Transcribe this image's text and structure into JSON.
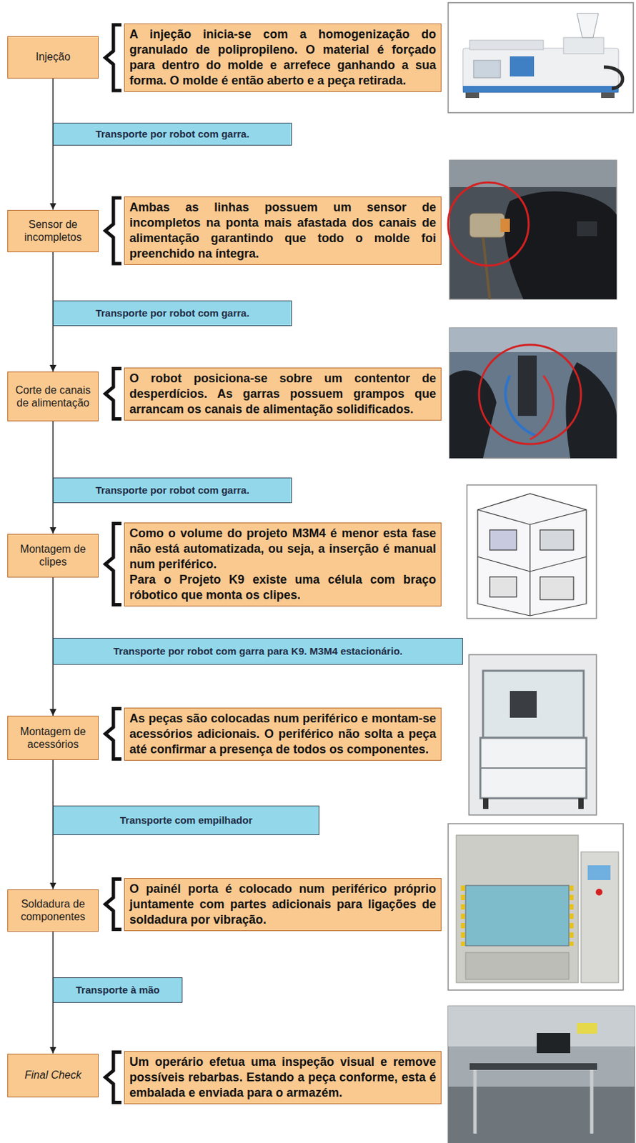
{
  "diagram": {
    "nodes": [
      {
        "text": [
          "Injeção"
        ]
      },
      {
        "text": [
          "A injeção inicia-se com a homogenização do granulado de polipropileno. O material é forçado para dentro do molde e arrefece ganhando a sua forma. O molde é então aberto e a peça retirada."
        ]
      },
      {
        "text": [
          "Transporte por robot com garra."
        ]
      },
      {
        "text": [
          "Sensor de incompletos"
        ]
      },
      {
        "text": [
          "Ambas as linhas possuem um sensor de incompletos na ponta mais afastada dos canais de alimentação garantindo que todo o molde foi preenchido na íntegra."
        ]
      },
      {
        "text": [
          "Transporte por robot com garra."
        ]
      },
      {
        "text": [
          "Corte de canais de alimentação"
        ]
      },
      {
        "text": [
          "O robot posiciona-se sobre um contentor de desperdícios. As garras possuem grampos que arrancam os canais de alimentação solidificados."
        ]
      },
      {
        "text": [
          "Transporte por robot com garra."
        ]
      },
      {
        "text": [
          "Montagem de clipes"
        ]
      },
      {
        "text": [
          "Como o volume do projeto M3M4 é menor esta fase não está automatizada, ou seja, a inserção é manual num periférico.",
          "Para o Projeto K9 existe uma célula com braço róbotico que monta os clipes."
        ]
      },
      {
        "text": [
          "Transporte por robot com garra para K9. M3M4 estacionário."
        ]
      },
      {
        "text": [
          "Montagem de acessórios"
        ]
      },
      {
        "text": [
          "As peças são colocadas num periférico e montam-se acessórios adicionais. O periférico não solta a peça até confirmar a presença de todos os componentes."
        ]
      },
      {
        "text": [
          "Transporte com empilhador"
        ]
      },
      {
        "text": [
          "Soldadura de componentes"
        ]
      },
      {
        "text": [
          "O painél porta é colocado num periférico próprio juntamente com partes adicionais para ligações de soldadura por vibração."
        ]
      },
      {
        "text": [
          "Transporte à mão"
        ]
      },
      {
        "text": [
          "Final Check"
        ]
      },
      {
        "text": [
          "Um operário efetua uma inspeção visual e remove possíveis rebarbas. Estando a peça conforme, esta é embalada e enviada para o armazém."
        ]
      }
    ],
    "edges": [
      {
        "from": 0,
        "to": 3,
        "arrow": "to"
      },
      {
        "from": 3,
        "to": 6,
        "arrow": "to"
      },
      {
        "from": 6,
        "to": 9,
        "arrow": "to"
      },
      {
        "from": 9,
        "to": 12,
        "arrow": "to"
      },
      {
        "from": 12,
        "to": 15,
        "arrow": "to"
      },
      {
        "from": 15,
        "to": 18,
        "arrow": "to"
      }
    ]
  }
}
